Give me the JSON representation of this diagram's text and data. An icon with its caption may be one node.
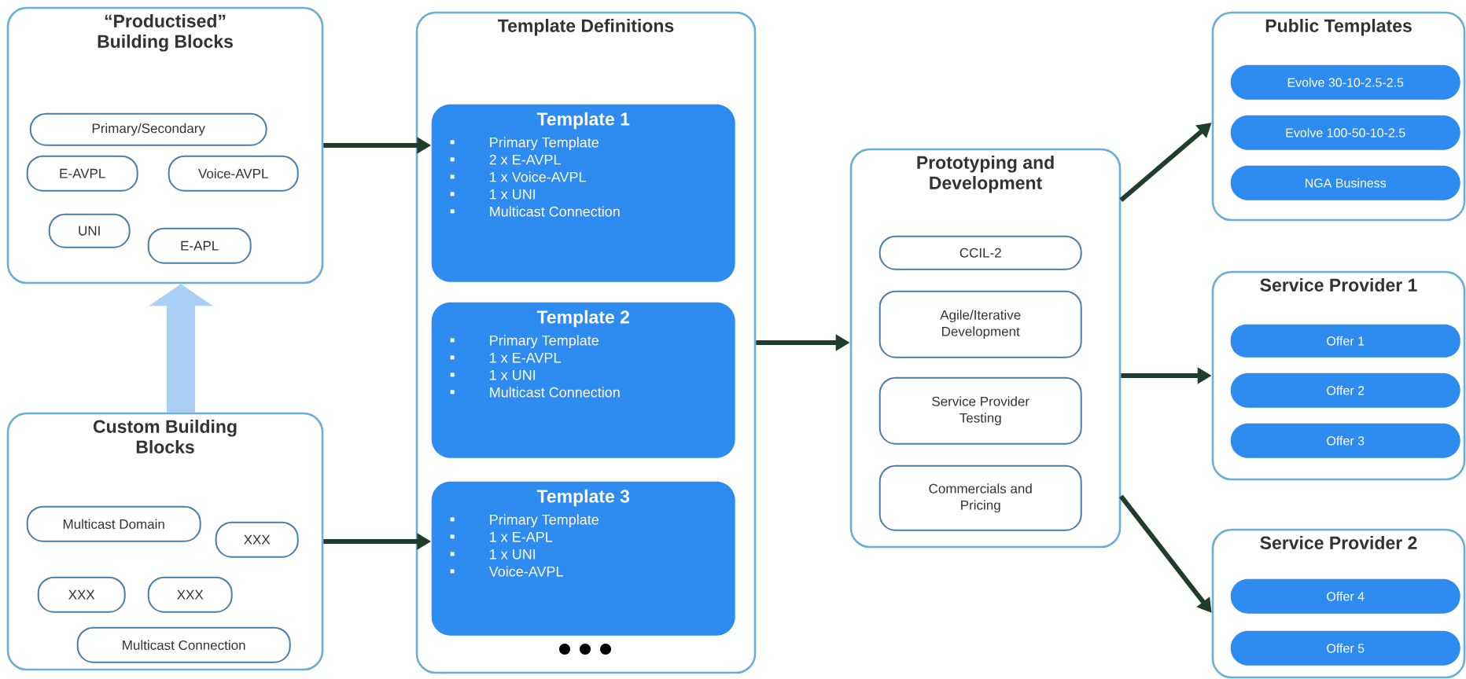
{
  "diagram": {
    "nodes": [
      {
        "text": [
          "“Productised” Building Blocks"
        ]
      },
      {
        "text": [
          "Primary/Secondary"
        ],
        "in": 0
      },
      {
        "text": [
          "E-AVPL"
        ],
        "in": 0
      },
      {
        "text": [
          "Voice-AVPL"
        ],
        "in": 0
      },
      {
        "text": [
          "UNI"
        ],
        "in": 0
      },
      {
        "text": [
          "E-APL"
        ],
        "in": 0
      },
      {
        "text": [
          "Custom Building Blocks"
        ]
      },
      {
        "text": [
          "Multicast Domain"
        ],
        "in": 6
      },
      {
        "text": [
          "XXX"
        ],
        "in": 6
      },
      {
        "text": [
          "XXX"
        ],
        "in": 6
      },
      {
        "text": [
          "XXX"
        ],
        "in": 6
      },
      {
        "text": [
          "Multicast Connection"
        ],
        "in": 6
      },
      {
        "text": [
          "Template Definitions"
        ]
      },
      {
        "text": [
          "Template 1",
          "Primary Template",
          "2 x E-AVPL",
          "1 x Voice-AVPL",
          "1 x UNI",
          "Multicast Connection"
        ],
        "in": 12
      },
      {
        "text": [
          "Template 2",
          "Primary Template",
          "1 x E-AVPL",
          "1 x UNI",
          "Multicast Connection"
        ],
        "in": 12
      },
      {
        "text": [
          "Template 3",
          "Primary Template",
          "1 x E-APL",
          "1 x UNI",
          "Voice-AVPL"
        ],
        "in": 12
      },
      {
        "text": [
          "Prototyping and Development"
        ]
      },
      {
        "text": [
          "CCIL-2"
        ],
        "in": 16
      },
      {
        "text": [
          "Agile/Iterative Development"
        ],
        "in": 16
      },
      {
        "text": [
          "Service Provider Testing"
        ],
        "in": 16
      },
      {
        "text": [
          "Commercials and Pricing"
        ],
        "in": 16
      },
      {
        "text": [
          "Public Templates"
        ]
      },
      {
        "text": [
          "Evolve 30-10-2.5-2.5"
        ],
        "in": 21
      },
      {
        "text": [
          "Evolve 100-50-10-2.5"
        ],
        "in": 21
      },
      {
        "text": [
          "NGA Business"
        ],
        "in": 21
      },
      {
        "text": [
          "Service Provider 1"
        ]
      },
      {
        "text": [
          "Offer 1"
        ],
        "in": 25
      },
      {
        "text": [
          "Offer 2"
        ],
        "in": 25
      },
      {
        "text": [
          "Offer 3"
        ],
        "in": 25
      },
      {
        "text": [
          "Service Provider 2"
        ]
      },
      {
        "text": [
          "Offer 4"
        ],
        "in": 29
      },
      {
        "text": [
          "Offer 5"
        ],
        "in": 29
      }
    ],
    "edges": [
      {
        "from": 6,
        "to": 0,
        "arrow": "to",
        "style": "thick",
        "color": "#a9cff5"
      },
      {
        "from": 0,
        "to": 13,
        "arrow": "to"
      },
      {
        "from": 6,
        "to": 15,
        "arrow": "to"
      },
      {
        "from": 12,
        "to": 16,
        "arrow": "to"
      },
      {
        "from": 16,
        "to": 21,
        "arrow": "to"
      },
      {
        "from": 16,
        "to": 25,
        "arrow": "to"
      },
      {
        "from": 16,
        "to": 29,
        "arrow": "to"
      }
    ]
  }
}
